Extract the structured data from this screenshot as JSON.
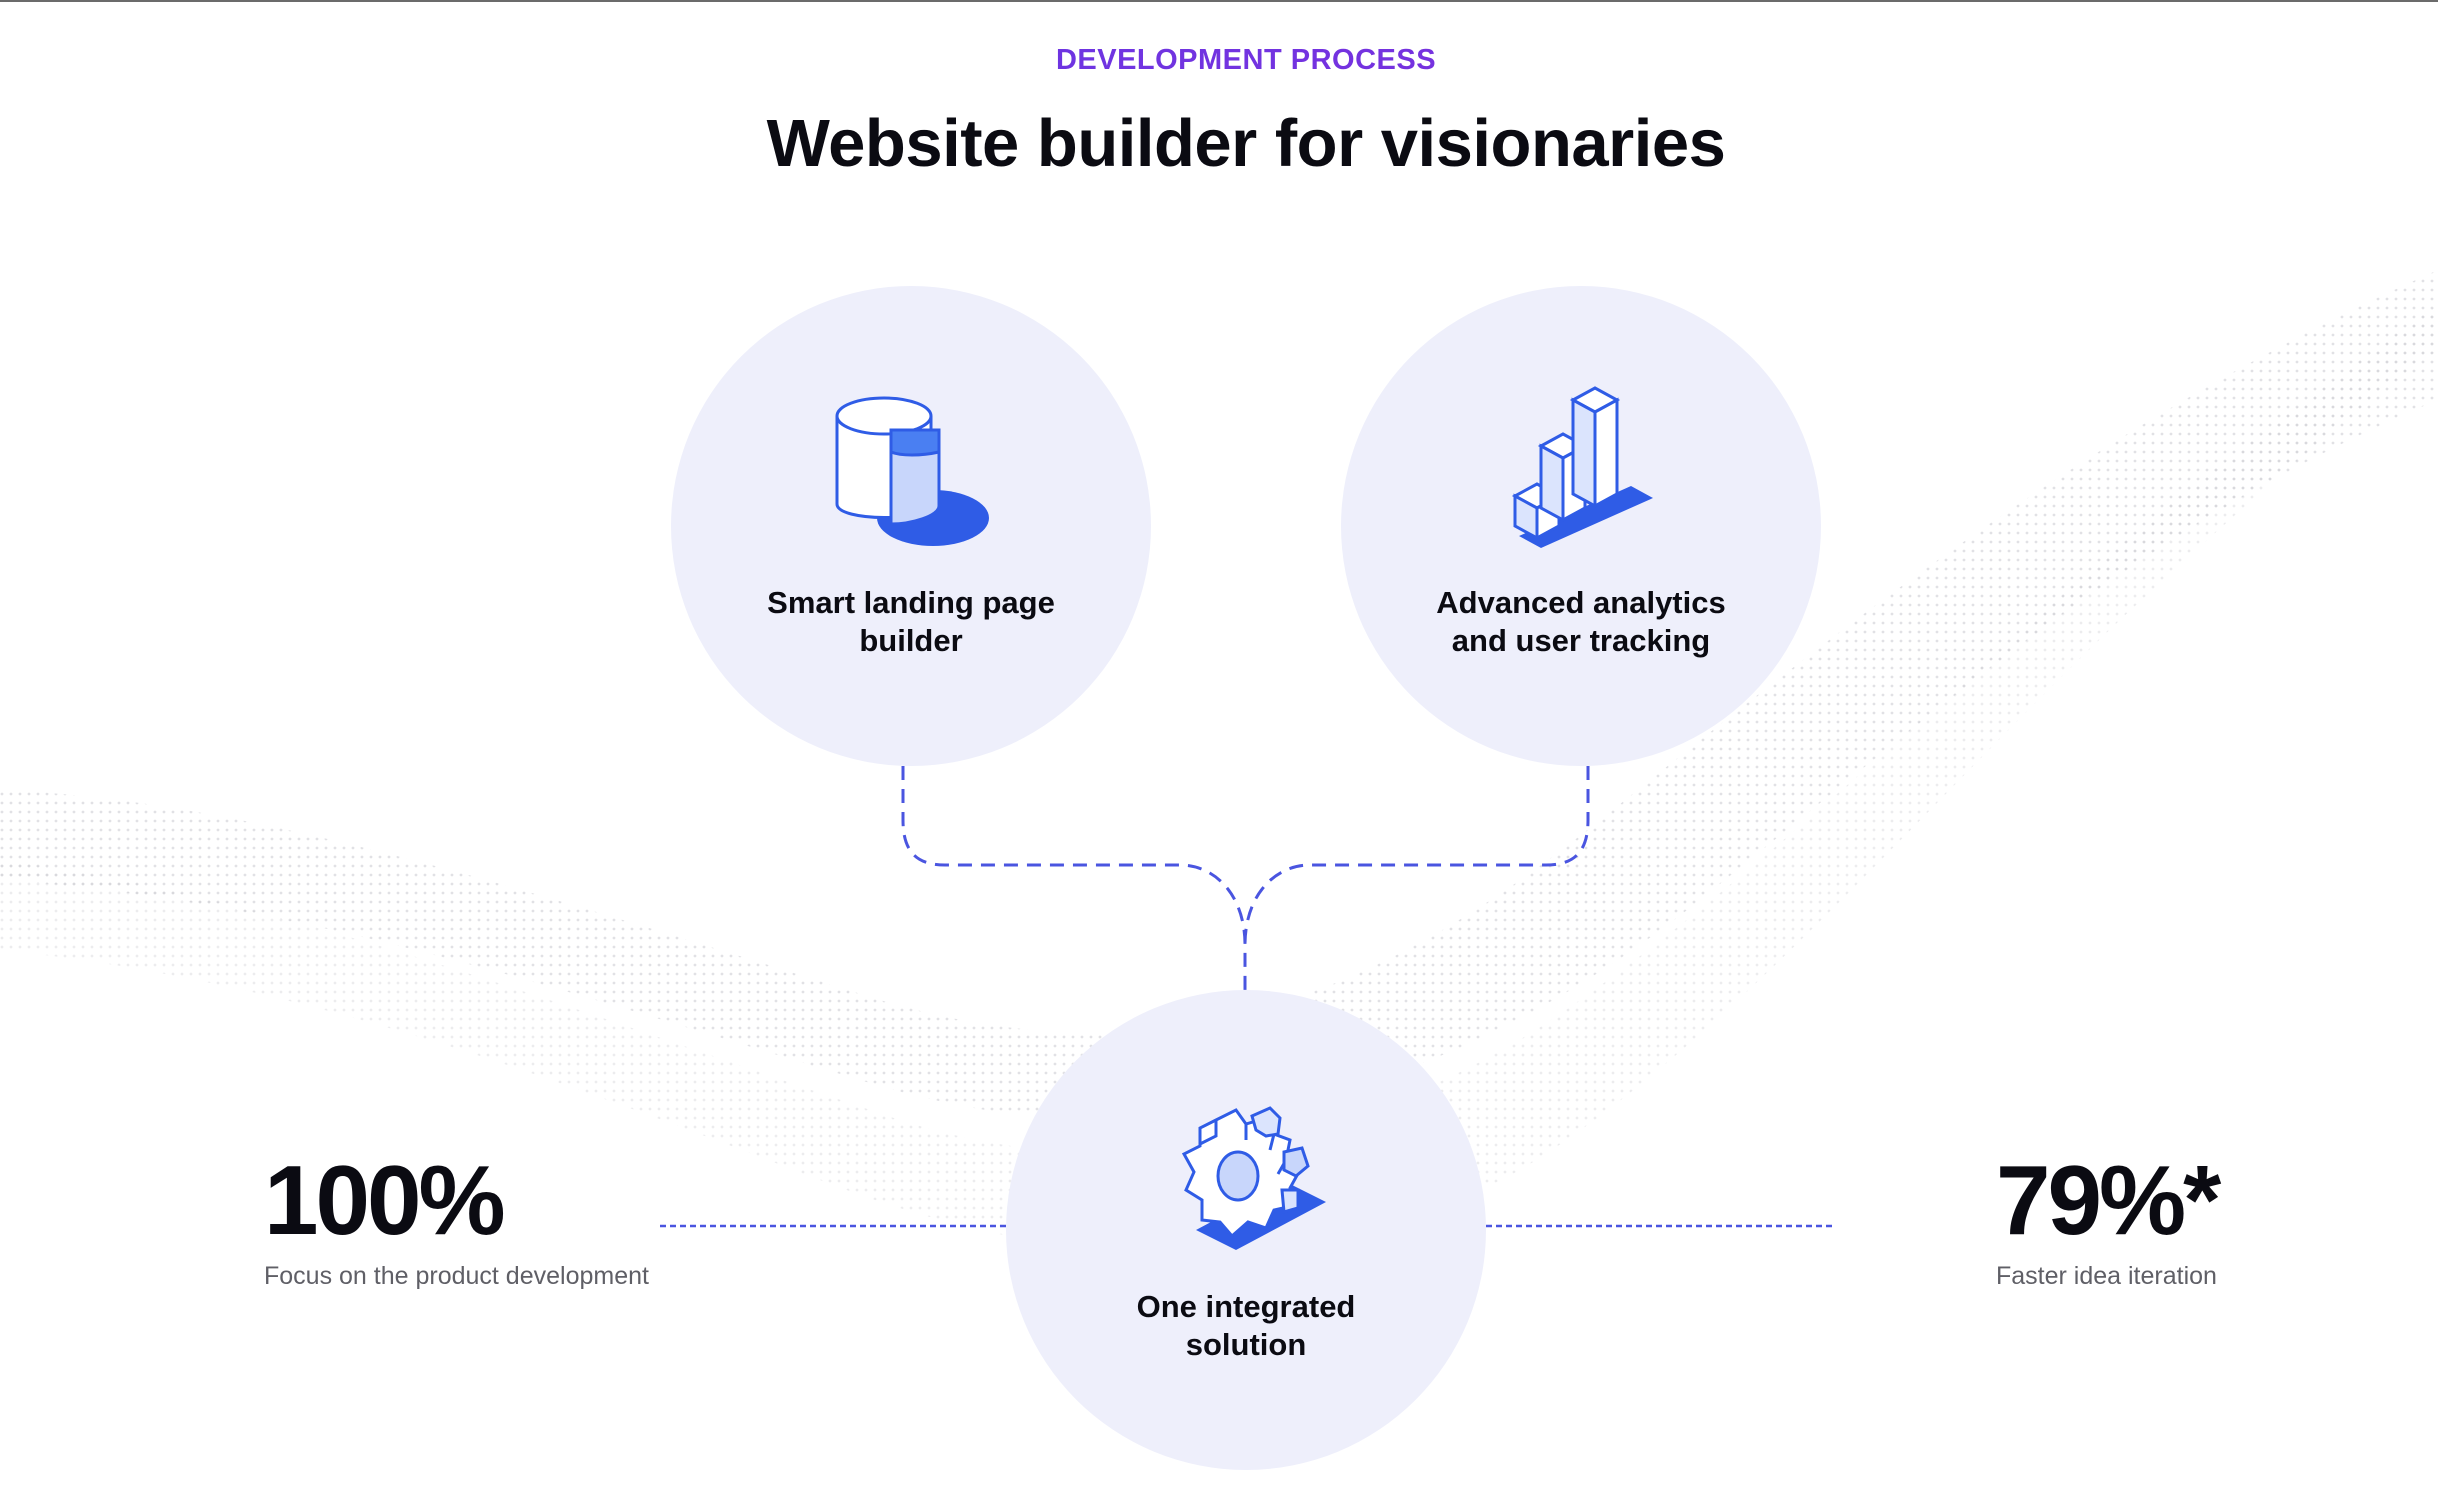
{
  "section": {
    "eyebrow": "DEVELOPMENT PROCESS",
    "headline": "Website builder for visionaries"
  },
  "features": {
    "landing": {
      "label_line1": "Smart landing page",
      "label_line2": "builder",
      "icon": "database-cylinder-icon"
    },
    "analytics": {
      "label_line1": "Advanced analytics",
      "label_line2": "and user tracking",
      "icon": "bar-chart-icon"
    },
    "integrated": {
      "label_line1": "One integrated",
      "label_line2": "solution",
      "icon": "gear-icon"
    }
  },
  "stats": {
    "left": {
      "value": "100%",
      "caption": "Focus on the product development"
    },
    "right": {
      "value": "79%*",
      "caption": "Faster idea iteration"
    }
  },
  "colors": {
    "accent_blue": "#2f5ce6",
    "accent_purple": "#8a2bd8",
    "circle_fill": "#eeeffb",
    "connector": "#4a55e0"
  }
}
